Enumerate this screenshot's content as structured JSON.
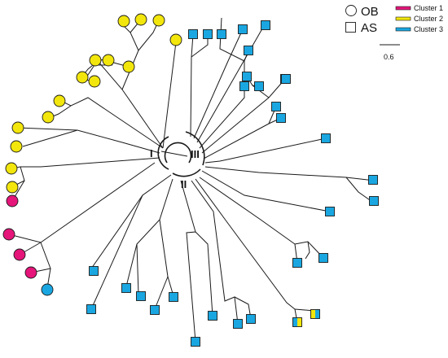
{
  "legend": {
    "shapes": [
      {
        "label": "OB",
        "shape": "circle"
      },
      {
        "label": "AS",
        "shape": "square"
      }
    ],
    "clusters": [
      {
        "label": "Cluster 1",
        "color": "#e5157a"
      },
      {
        "label": "Cluster 2",
        "color": "#f2e60c"
      },
      {
        "label": "Cluster 3",
        "color": "#1aa7e1"
      }
    ],
    "scale_bar": "0.6"
  },
  "clade_labels": [
    "I",
    "II",
    "III"
  ],
  "colors": {
    "cluster1": "#e5157a",
    "cluster2": "#f2e60c",
    "cluster3": "#1aa7e1"
  },
  "tips": [
    {
      "shape": "circle",
      "color": "#f2e60c"
    },
    {
      "shape": "circle",
      "color": "#f2e60c"
    },
    {
      "shape": "circle",
      "color": "#f2e60c"
    },
    {
      "shape": "circle",
      "color": "#f2e60c"
    },
    {
      "shape": "circle",
      "color": "#f2e60c"
    },
    {
      "shape": "circle",
      "color": "#f2e60c"
    },
    {
      "shape": "circle",
      "color": "#f2e60c"
    },
    {
      "shape": "circle",
      "color": "#f2e60c"
    },
    {
      "shape": "circle",
      "color": "#f2e60c"
    },
    {
      "shape": "circle",
      "color": "#f2e60c"
    },
    {
      "shape": "circle",
      "color": "#f2e60c"
    },
    {
      "shape": "circle",
      "color": "#f2e60c"
    },
    {
      "shape": "circle",
      "color": "#f2e60c"
    },
    {
      "shape": "circle",
      "color": "#f2e60c"
    },
    {
      "shape": "circle",
      "color": "#f2e60c"
    },
    {
      "shape": "circle",
      "color": "#e5157a"
    },
    {
      "shape": "circle",
      "color": "#e5157a"
    },
    {
      "shape": "circle",
      "color": "#e5157a"
    },
    {
      "shape": "circle",
      "color": "#e5157a"
    },
    {
      "shape": "circle",
      "color": "#1aa7e1"
    },
    {
      "shape": "square",
      "color": "#1aa7e1"
    },
    {
      "shape": "square",
      "color": "#1aa7e1"
    },
    {
      "shape": "square",
      "color": "#1aa7e1"
    },
    {
      "shape": "square",
      "color": "#1aa7e1"
    },
    {
      "shape": "square",
      "color": "#1aa7e1"
    },
    {
      "shape": "square",
      "color": "#1aa7e1"
    },
    {
      "shape": "square",
      "color": "#1aa7e1"
    },
    {
      "shape": "square",
      "color": "#1aa7e1"
    },
    {
      "shape": "square",
      "color": "#1aa7e1"
    },
    {
      "shape": "square",
      "color": "#1aa7e1"
    },
    {
      "shape": "square",
      "split": [
        "#1aa7e1",
        "#f2e60c"
      ]
    },
    {
      "shape": "square",
      "split": [
        "#f2e60c",
        "#1aa7e1"
      ]
    },
    {
      "shape": "square",
      "color": "#1aa7e1"
    },
    {
      "shape": "square",
      "color": "#1aa7e1"
    },
    {
      "shape": "square",
      "color": "#1aa7e1"
    },
    {
      "shape": "square",
      "color": "#1aa7e1"
    },
    {
      "shape": "square",
      "color": "#1aa7e1"
    },
    {
      "shape": "square",
      "color": "#1aa7e1"
    },
    {
      "shape": "square",
      "color": "#1aa7e1"
    },
    {
      "shape": "square",
      "color": "#1aa7e1"
    },
    {
      "shape": "square",
      "color": "#1aa7e1"
    },
    {
      "shape": "square",
      "color": "#1aa7e1"
    },
    {
      "shape": "square",
      "color": "#1aa7e1"
    },
    {
      "shape": "square",
      "color": "#1aa7e1"
    },
    {
      "shape": "square",
      "color": "#1aa7e1"
    },
    {
      "shape": "square",
      "color": "#1aa7e1"
    },
    {
      "shape": "square",
      "color": "#1aa7e1"
    },
    {
      "shape": "square",
      "color": "#1aa7e1"
    },
    {
      "shape": "square",
      "color": "#1aa7e1"
    },
    {
      "shape": "square",
      "color": "#1aa7e1"
    },
    {
      "shape": "square",
      "color": "#1aa7e1"
    }
  ]
}
